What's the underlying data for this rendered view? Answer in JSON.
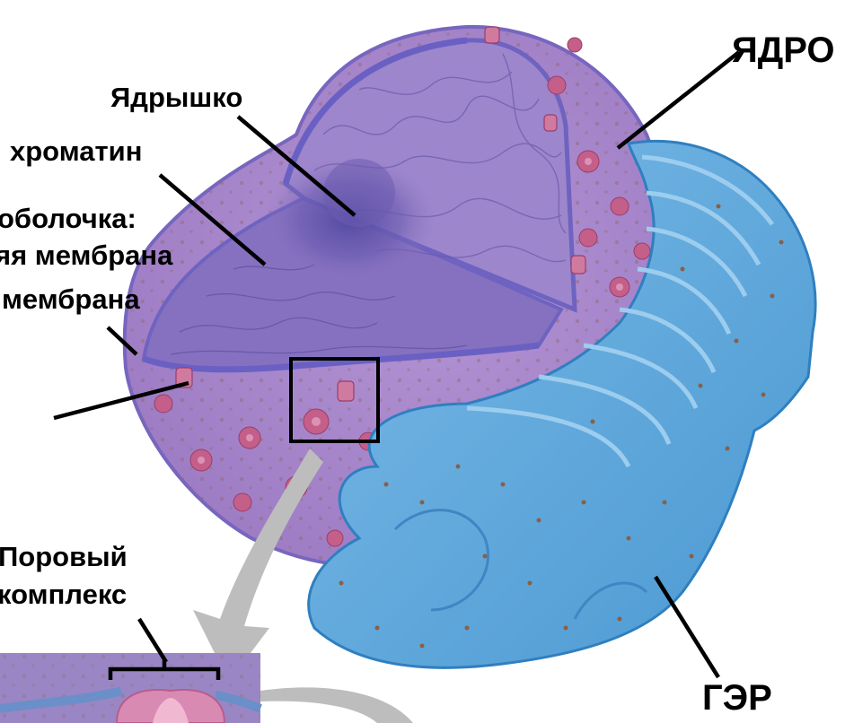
{
  "labels": {
    "nucleus": "ЯДРО",
    "nucleolus": "Ядрышко",
    "chromatin": "хроматин",
    "envelope_line1": "оболочка:",
    "envelope_line2": "яя мембрана",
    "envelope_line3": "мембрана",
    "pore_complex_line1": "Поровый",
    "pore_complex_line2": "комплекс",
    "rough_er": "ГЭР"
  },
  "colors": {
    "nucleus_fill": "#a27cc4",
    "nucleus_inner": "#8b74bf",
    "nucleus_dark": "#5e4b9e",
    "envelope_edge": "#6e63c0",
    "er_fill": "#5ca8dc",
    "er_edge": "#2f7fc0",
    "er_light": "#8cc6ea",
    "pore_pink": "#c8608c",
    "ribosome": "#9a6a4a",
    "arrow_grey": "#b9b9b9",
    "leader_line": "#000000"
  }
}
